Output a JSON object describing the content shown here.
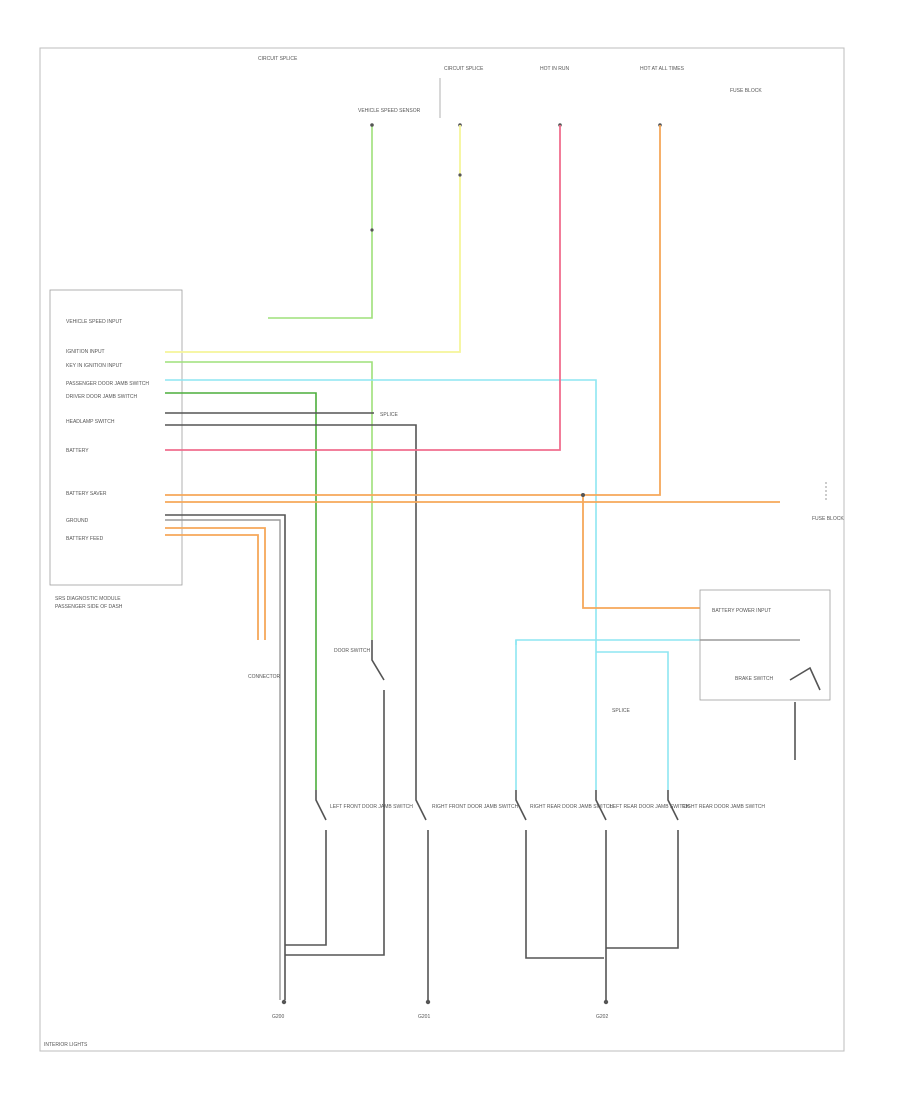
{
  "labels": {
    "top_note_1": "CIRCUIT SPLICE",
    "top_note_2": "HOT IN RUN",
    "top_note_3": "HOT AT ALL TIMES",
    "fuse_block": "FUSE BLOCK",
    "speed_sensor": "VEHICLE SPEED SENSOR",
    "module_title": "SRS DIAGNOSTIC MODULE",
    "module_location": "PASSENGER SIDE OF DASH",
    "door_switch": "DOOR SWITCH",
    "connector_label": "CONNECTOR",
    "splice": "SPLICE",
    "brake_switch": "BRAKE SWITCH",
    "battery_saver": "BATTERY POWER INPUT",
    "ground_1": "G200",
    "ground_2": "G201",
    "ground_3": "G202",
    "footer": "INTERIOR LIGHTS"
  },
  "module_pins": [
    "VEHICLE SPEED INPUT",
    "IGNITION INPUT",
    "KEY IN IGNITION INPUT",
    "PASSENGER DOOR JAMB SWITCH",
    "DRIVER DOOR JAMB SWITCH",
    "HEADLAMP SWITCH",
    "BATTERY",
    "BATTERY SAVER",
    "GROUND",
    "BATTERY FEED"
  ],
  "switches": [
    "LEFT FRONT DOOR JAMB SWITCH",
    "RIGHT FRONT DOOR JAMB SWITCH",
    "RIGHT REAR DOOR JAMB SWITCH",
    "LEFT REAR DOOR JAMB SWITCH",
    "RIGHT REAR DOOR JAMB SWITCH"
  ],
  "colors": {
    "yellow": "#f5f59a",
    "light_green": "#9ee07a",
    "dark_green": "#4cae3c",
    "cyan": "#8ee6f2",
    "pink": "#f06e8e",
    "orange": "#f6a85a",
    "gray": "#555555"
  }
}
